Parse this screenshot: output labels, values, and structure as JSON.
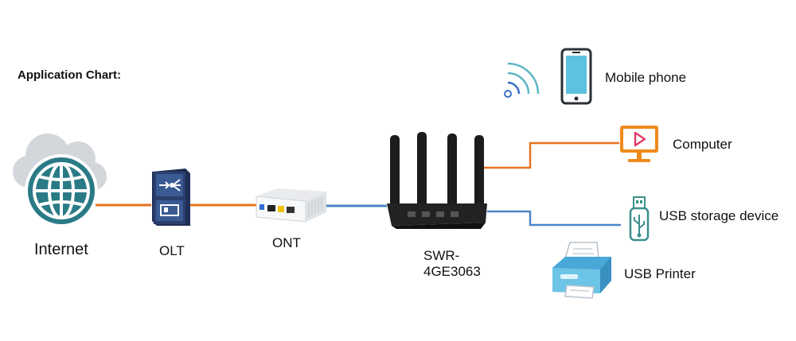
{
  "heading": "Application Chart:",
  "nodes": {
    "internet": "Internet",
    "olt": "OLT",
    "ont": "ONT",
    "router_line1": "SWR-",
    "router_line2": "4GE3063",
    "mobile": "Mobile phone",
    "computer": "Computer",
    "usb_storage": "USB storage device",
    "usb_printer": "USB Printer"
  },
  "colors": {
    "fiber_orange": "#e8731f",
    "cable_blue": "#4a86c8",
    "globe_teal": "#2a7a86",
    "cloud_gray": "#d3d7db",
    "olt_navy": "#2b3f6e",
    "router_black": "#1c1c1c",
    "computer_orange": "#f08a1c",
    "usb_teal": "#3a8f8d",
    "printer_blue": "#6cc4e6"
  }
}
